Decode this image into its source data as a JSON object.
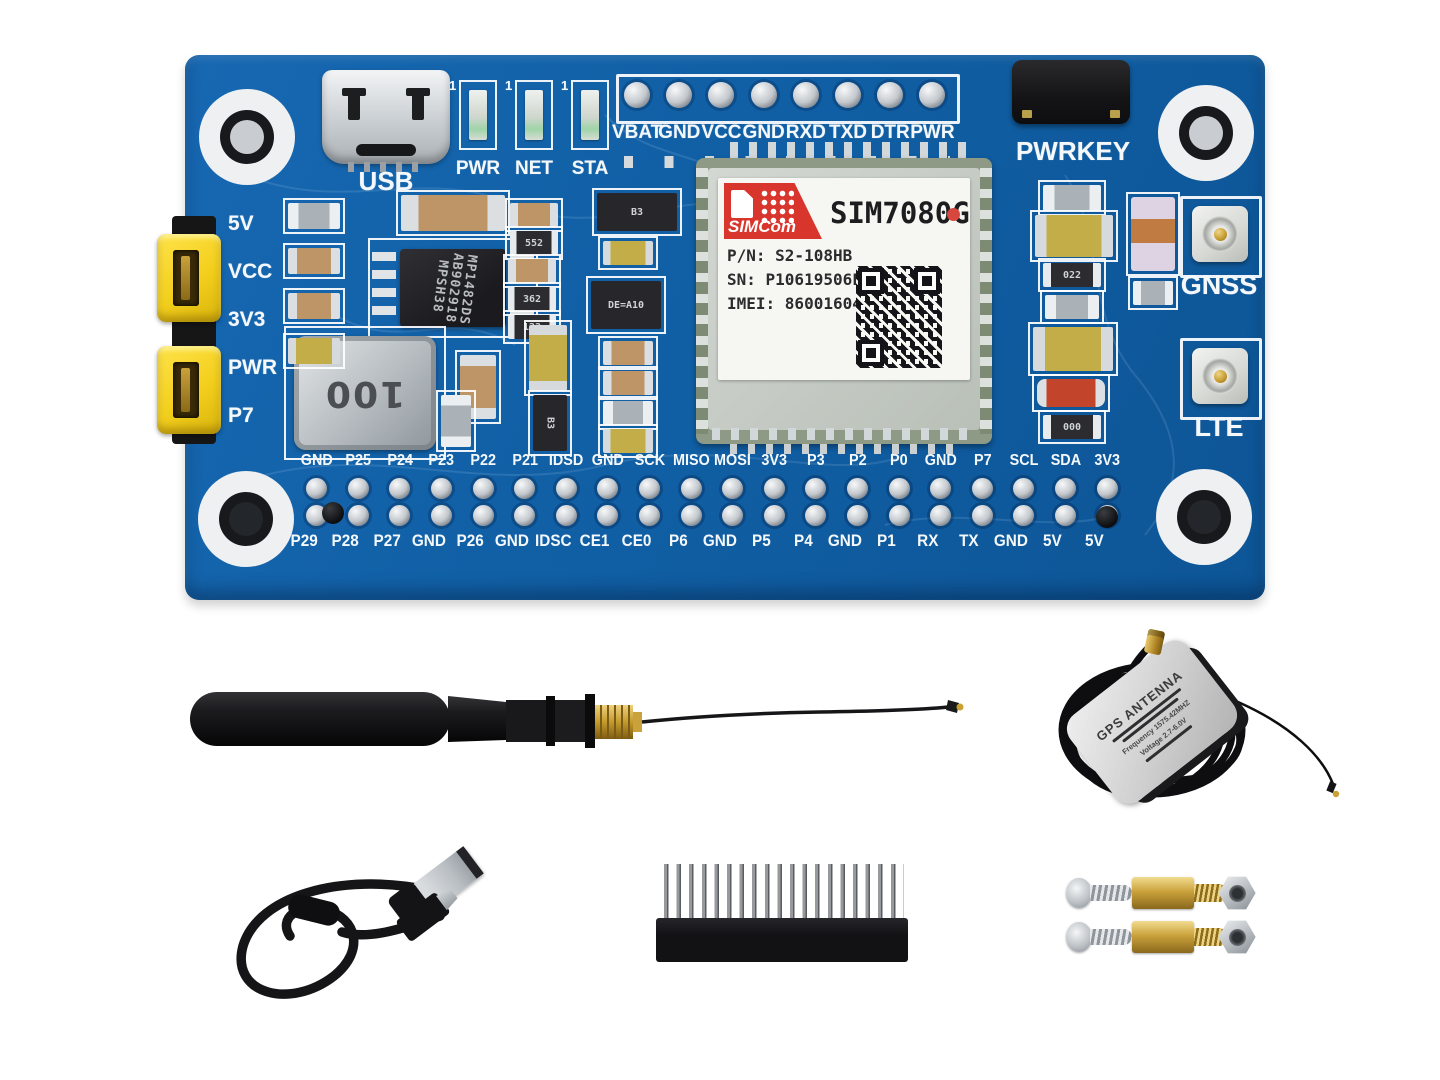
{
  "board": {
    "usb_label": "USB",
    "pwrkey_label": "PWRKEY",
    "gnss_label": "GNSS",
    "lte_label": "LTE",
    "leds": [
      {
        "mark": "1",
        "label": "PWR"
      },
      {
        "mark": "1",
        "label": "NET"
      },
      {
        "mark": "1",
        "label": "STA"
      }
    ],
    "uart_pins": [
      "VBAT",
      "GND",
      "VCC",
      "GND",
      "RXD",
      "TXD",
      "DTR",
      "PWR"
    ],
    "jumper_labels": [
      "5V",
      "VCC",
      "3V3",
      "PWR",
      "P7"
    ],
    "regulator_lines": [
      "MP1482DS",
      "AB902918",
      "MPSH38"
    ],
    "smd": {
      "l1": "100",
      "d1": "B3",
      "d2": "B3",
      "q1": "DE=A10",
      "r1": "552",
      "r2": "362",
      "r3": "123",
      "r4": "022",
      "r5": "000"
    },
    "module": {
      "brand": "SIMCom",
      "model": "SIM7080G",
      "part_number": "P/N: S2-108HB",
      "serial_number": "SN: P10619506FB4482",
      "imei": "IMEI: 860016040031812"
    },
    "gpio_cols": [
      {
        "top": "GND",
        "bottom": "P29"
      },
      {
        "top": "P25",
        "bottom": "P28"
      },
      {
        "top": "P24",
        "bottom": "P27"
      },
      {
        "top": "P23",
        "bottom": "GND"
      },
      {
        "top": "P22",
        "bottom": "P26"
      },
      {
        "top": "P21",
        "bottom": "GND"
      },
      {
        "top": "IDSD",
        "bottom": "IDSC"
      },
      {
        "top": "GND",
        "bottom": "CE1"
      },
      {
        "top": "SCK",
        "bottom": "CE0"
      },
      {
        "top": "MISO",
        "bottom": "P6"
      },
      {
        "top": "MOSI",
        "bottom": "GND"
      },
      {
        "top": "3V3",
        "bottom": "P5"
      },
      {
        "top": "P3",
        "bottom": "P4"
      },
      {
        "top": "P2",
        "bottom": "GND"
      },
      {
        "top": "P0",
        "bottom": "P1"
      },
      {
        "top": "GND",
        "bottom": "RX"
      },
      {
        "top": "P7",
        "bottom": "TX"
      },
      {
        "top": "SCL",
        "bottom": "GND"
      },
      {
        "top": "SDA",
        "bottom": "5V"
      },
      {
        "top": "3V3",
        "bottom": "5V"
      }
    ]
  },
  "accessories": {
    "gps_antenna_label": {
      "title": "GPS ANTENNA",
      "frequency": "Frequency 1575.42MHZ",
      "voltage": "Voltage 2.7-6.0V"
    }
  },
  "colors": {
    "board_blue": "#1463a8",
    "silkscreen": "#ffffff",
    "jumper_yellow": "#f3cf1d",
    "simcom_red": "#d8352c",
    "gold": "#caa23c"
  }
}
